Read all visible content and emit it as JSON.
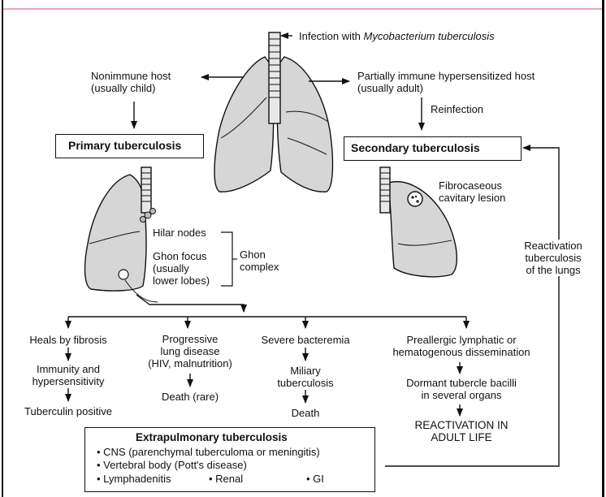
{
  "top": {
    "infection_prefix": "Infection with ",
    "infection_organism": "Mycobacterium tuberculosis"
  },
  "left_host": {
    "line1": "Nonimmune host",
    "line2": "(usually child)"
  },
  "right_host": {
    "line1": "Partially immune hypersensitized host",
    "line2": "(usually adult)"
  },
  "reinfection": "Reinfection",
  "primary_box": "Primary tuberculosis",
  "secondary_box": "Secondary tuberculosis",
  "primary_lung": {
    "hilar": "Hilar nodes",
    "ghon_focus": [
      "Ghon focus",
      "(usually",
      "lower lobes)"
    ],
    "ghon_complex": [
      "Ghon",
      "complex"
    ]
  },
  "secondary_lung": {
    "lesion": [
      "Fibrocaseous",
      "cavitary lesion"
    ]
  },
  "reactivation_lungs": [
    "Reactivation",
    "tuberculosis",
    "of the lungs"
  ],
  "outcomes": {
    "col1": {
      "a": "Heals by fibrosis",
      "b": [
        "Immunity and",
        "hypersensitivity"
      ],
      "c": "Tuberculin positive"
    },
    "col2": {
      "a": [
        "Progressive",
        "lung disease",
        "(HIV, malnutrition)"
      ],
      "b": "Death (rare)"
    },
    "col3": {
      "a": "Severe bacteremia",
      "b": [
        "Miliary",
        "tuberculosis"
      ],
      "c": "Death"
    },
    "col4": {
      "a": [
        "Preallergic lymphatic or",
        "hematogenous dissemination"
      ],
      "b": [
        "Dormant tubercle bacilli",
        "in several organs"
      ],
      "c": [
        "REACTIVATION IN",
        "ADULT LIFE"
      ]
    }
  },
  "extrapulmonary": {
    "title": "Extrapulmonary tuberculosis",
    "items": [
      "• CNS (parenchymal tuberculoma or meningitis)",
      "• Vertebral body (Pott's disease)"
    ],
    "last_row": [
      "• Lymphadenitis",
      "• Renal",
      "• GI"
    ]
  },
  "colors": {
    "lung_fill": "#d6d6d6",
    "line": "#111111",
    "top_rule": "#f0a0c8"
  }
}
